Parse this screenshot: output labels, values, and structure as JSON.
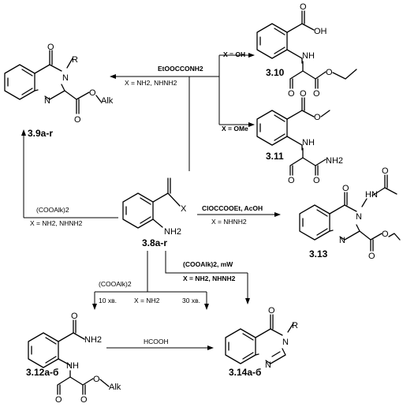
{
  "compounds": {
    "c38": {
      "label": "3.8a-r",
      "x": "X",
      "nh2": "NH2"
    },
    "c39": {
      "label": "3.9a-r",
      "r": "R",
      "o": "O",
      "n1": "N",
      "n2": "N",
      "oest": "O",
      "oalk": "O",
      "alk": "Alk"
    },
    "c310": {
      "label": "3.10",
      "oh": "OH",
      "o1": "O",
      "nh": "NH",
      "o2": "O",
      "o3": "O",
      "o4": "O"
    },
    "c311": {
      "label": "3.11",
      "o1": "O",
      "o2": "O",
      "nh": "NH",
      "o3": "O",
      "o4": "O",
      "nh2": "NH2"
    },
    "c312": {
      "label": "3.12a-б",
      "o1": "O",
      "nh2": "NH2",
      "nh": "NH",
      "o2": "O",
      "o3": "O",
      "o4": "O",
      "alk": "Alk"
    },
    "c313": {
      "label": "3.13",
      "o1": "O",
      "hn": "HN",
      "o2": "O",
      "n1": "N",
      "n2": "N",
      "o3": "O",
      "o4": "O"
    },
    "c314": {
      "label": "3.14a-б",
      "o": "O",
      "r": "R",
      "n1": "N",
      "n2": "N"
    }
  },
  "conditions": {
    "to39_reagent": "EtOOCCONH2",
    "to39_cond": "X = NH2, NHNH2",
    "to310": "X = OH",
    "to311": "X = OMe",
    "up_reagent": "(COOAlk)2",
    "up_cond": "X = NH2, NHNH2",
    "to313_reagent": "ClOCCOOEt, AcOH",
    "to313_cond": "X = NHNH2",
    "mw_reagent": "(COOAlk)2, mW",
    "mw_cond": "X = NH2, NHNH2",
    "down_reagent": "(COOAlk)2",
    "down_time1": "10 хв.",
    "down_cond": "X = NH2",
    "down_time2": "30 хв.",
    "hcooh": "HCOOH"
  }
}
